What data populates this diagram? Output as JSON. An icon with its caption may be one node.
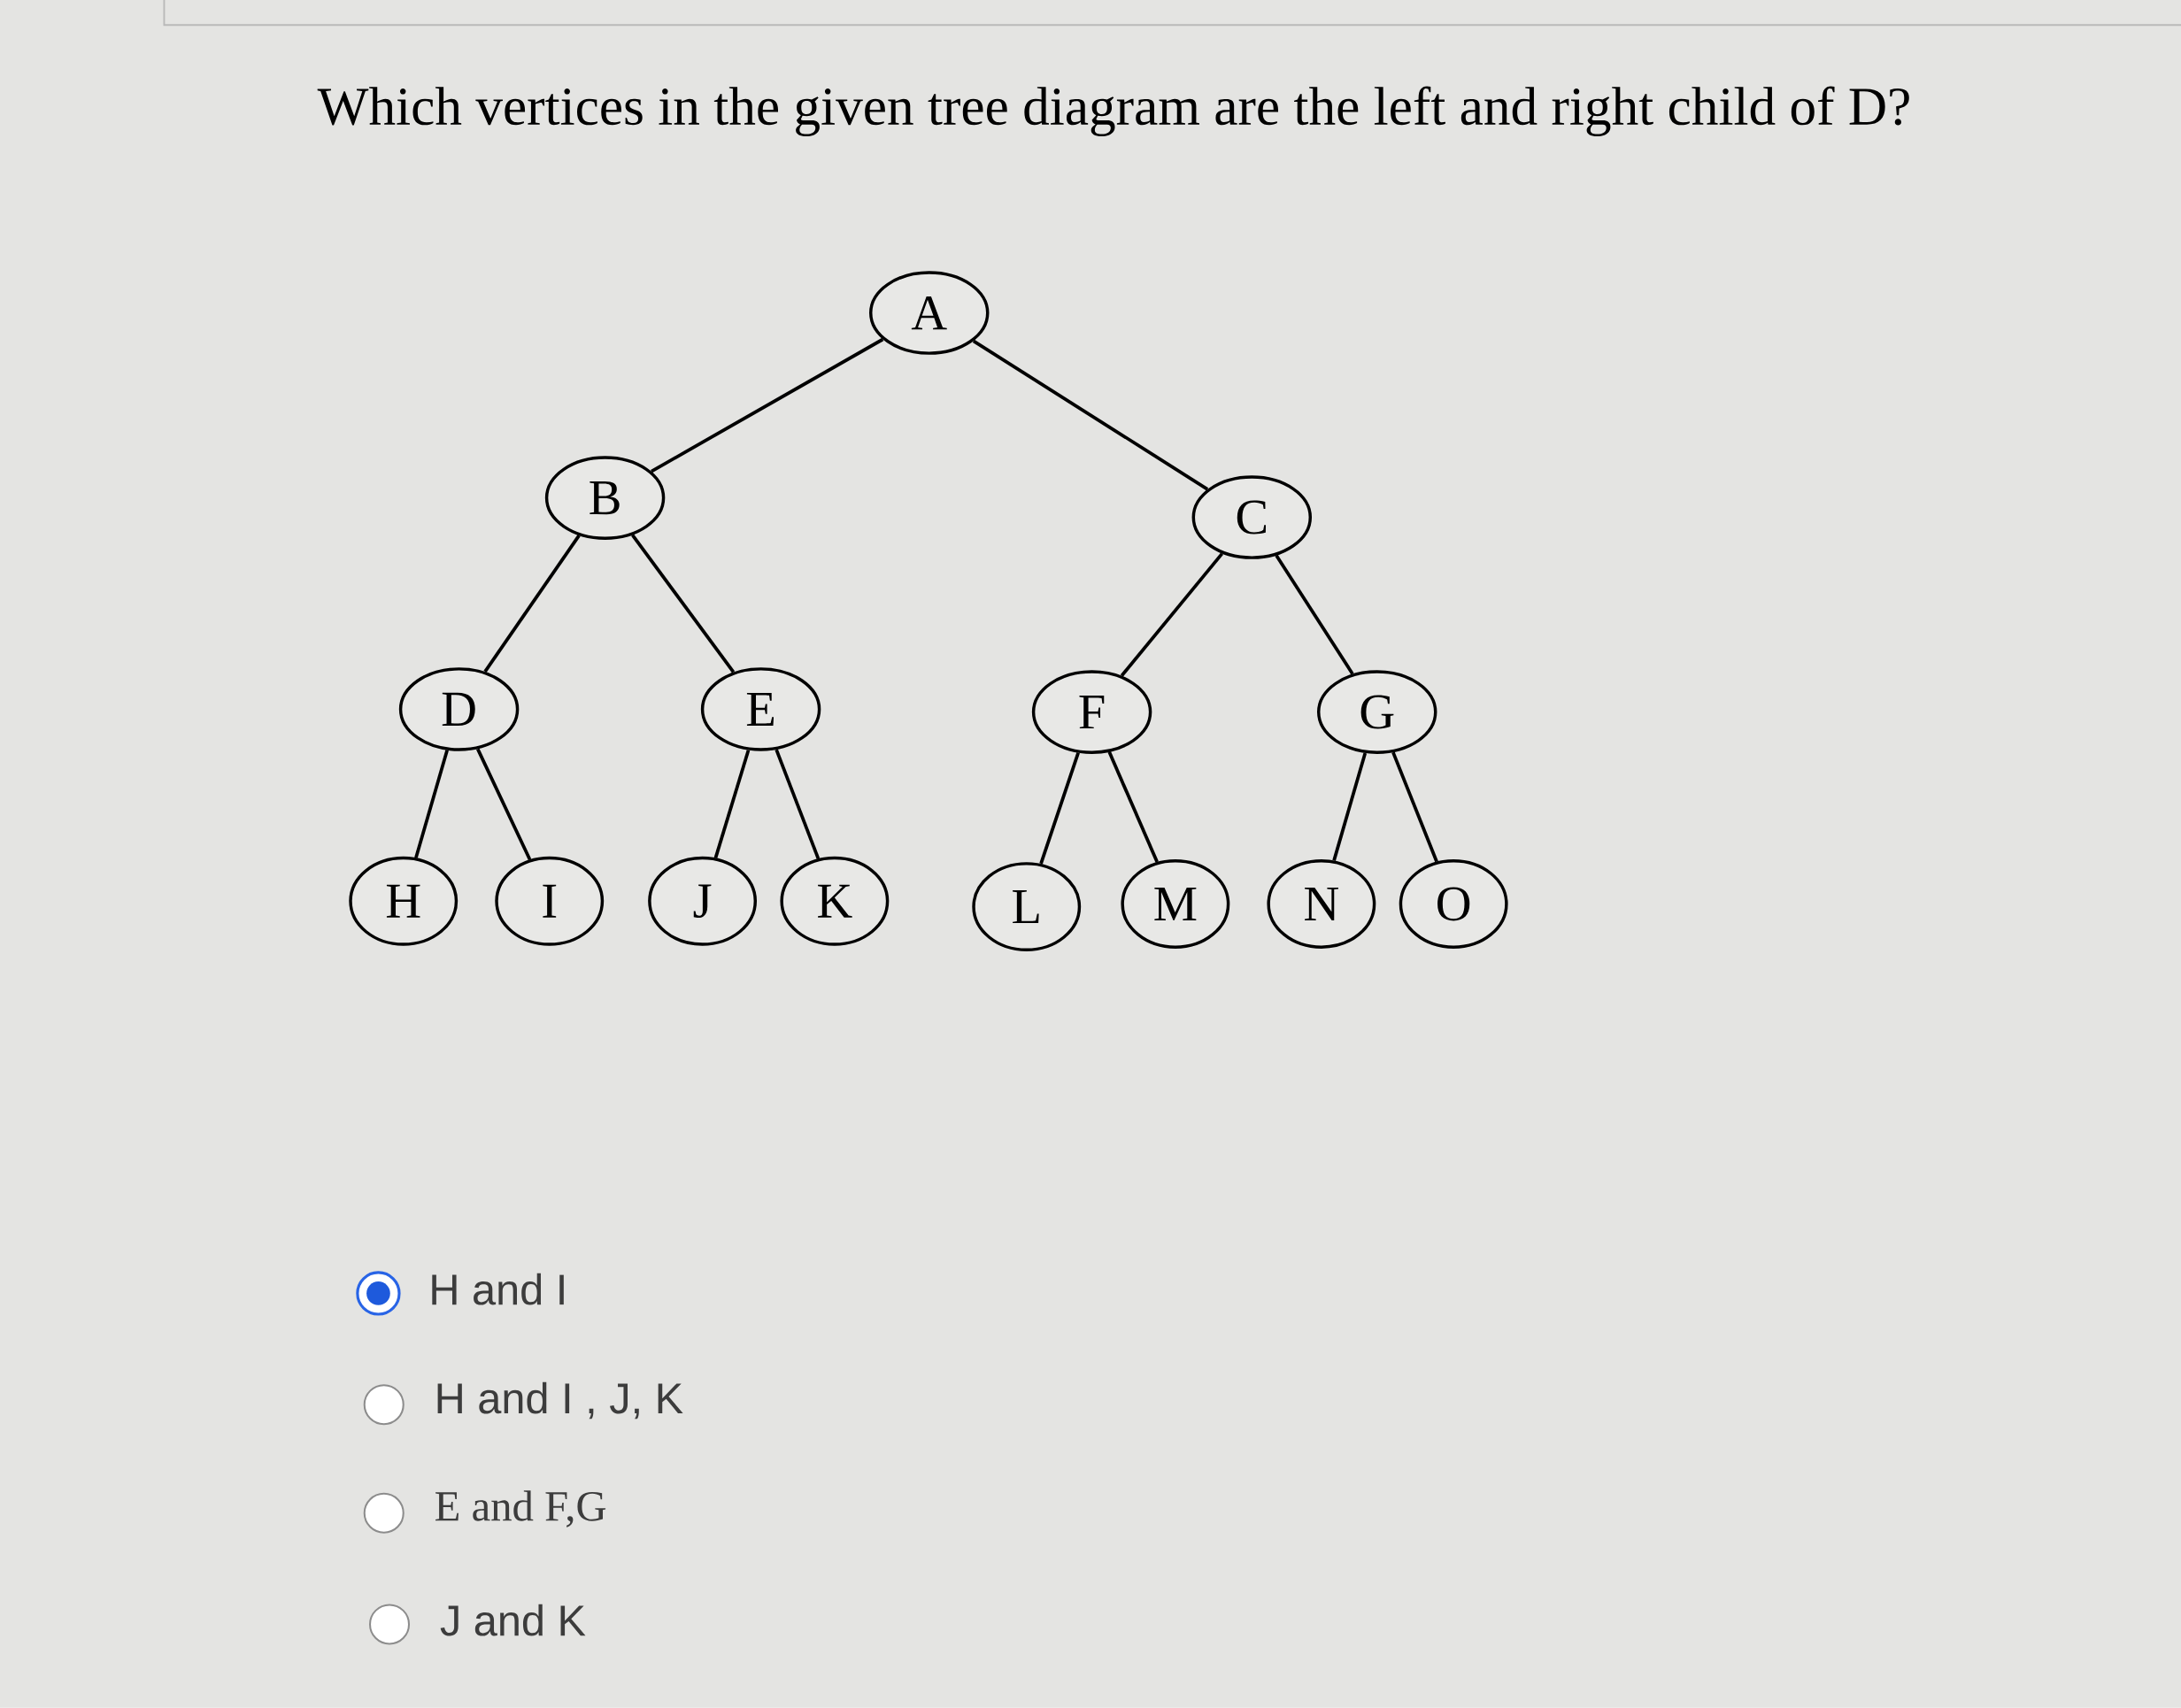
{
  "diagram": {
    "title": "Which vertices in the given tree diagram are the left and right child of D?",
    "nodes": [
      {
        "text": [
          "A"
        ]
      },
      {
        "text": [
          "B"
        ]
      },
      {
        "text": [
          "C"
        ]
      },
      {
        "text": [
          "D"
        ]
      },
      {
        "text": [
          "E"
        ]
      },
      {
        "text": [
          "F"
        ]
      },
      {
        "text": [
          "G"
        ]
      },
      {
        "text": [
          "H"
        ]
      },
      {
        "text": [
          "I"
        ]
      },
      {
        "text": [
          "J"
        ]
      },
      {
        "text": [
          "K"
        ]
      },
      {
        "text": [
          "L"
        ]
      },
      {
        "text": [
          "M"
        ]
      },
      {
        "text": [
          "N"
        ]
      },
      {
        "text": [
          "O"
        ]
      }
    ],
    "edges": [
      {
        "from": 0,
        "to": 1,
        "arrow": "none"
      },
      {
        "from": 0,
        "to": 2,
        "arrow": "none"
      },
      {
        "from": 1,
        "to": 3,
        "arrow": "none"
      },
      {
        "from": 1,
        "to": 4,
        "arrow": "none"
      },
      {
        "from": 2,
        "to": 5,
        "arrow": "none"
      },
      {
        "from": 2,
        "to": 6,
        "arrow": "none"
      },
      {
        "from": 3,
        "to": 7,
        "arrow": "none"
      },
      {
        "from": 3,
        "to": 8,
        "arrow": "none"
      },
      {
        "from": 4,
        "to": 9,
        "arrow": "none"
      },
      {
        "from": 4,
        "to": 10,
        "arrow": "none"
      },
      {
        "from": 5,
        "to": 11,
        "arrow": "none"
      },
      {
        "from": 5,
        "to": 12,
        "arrow": "none"
      },
      {
        "from": 6,
        "to": 13,
        "arrow": "none"
      },
      {
        "from": 6,
        "to": 14,
        "arrow": "none"
      }
    ],
    "labels": [
      "H and I",
      "H and I , J, K",
      "E and F,G",
      "J and K"
    ]
  }
}
